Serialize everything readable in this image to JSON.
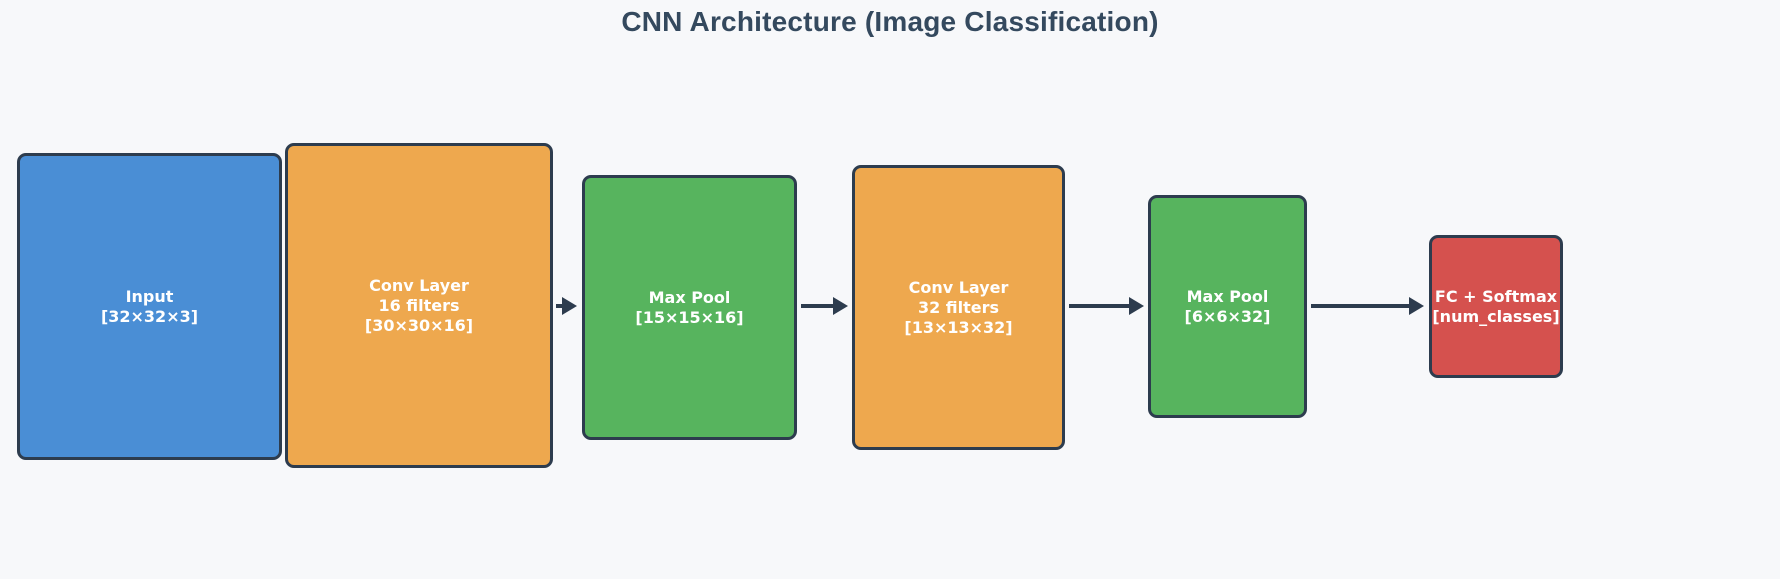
{
  "title": "CNN Architecture (Image Classification)",
  "colors": {
    "background": "#f7f8fa",
    "outline": "#2d3c4e",
    "title_text": "#34495e",
    "node_text": "#ffffff",
    "input_fill": "#4a8ed5",
    "conv_fill": "#eea84e",
    "pool_fill": "#57b45e",
    "fc_fill": "#d5514e",
    "arrow": "#2d3c4e"
  },
  "nodes": {
    "input": {
      "line1": "Input",
      "line2": "[32×32×3]"
    },
    "conv1": {
      "line1": "Conv Layer",
      "line2": "16 filters",
      "line3": "[30×30×16]"
    },
    "pool1": {
      "line1": "Max Pool",
      "line2": "[15×15×16]"
    },
    "conv2": {
      "line1": "Conv Layer",
      "line2": "32 filters",
      "line3": "[13×13×32]"
    },
    "pool2": {
      "line1": "Max Pool",
      "line2": "[6×6×32]"
    },
    "fc": {
      "line1": "FC + Softmax",
      "line2": "[num_classes]"
    }
  },
  "edges": [
    {
      "from": "conv1",
      "to": "pool1"
    },
    {
      "from": "pool1",
      "to": "conv2"
    },
    {
      "from": "conv2",
      "to": "pool2"
    },
    {
      "from": "pool2",
      "to": "fc"
    }
  ]
}
